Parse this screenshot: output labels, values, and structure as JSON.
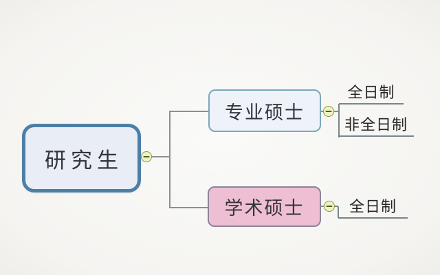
{
  "diagram": {
    "type": "mindmap",
    "root": {
      "label": "研究生"
    },
    "branches": [
      {
        "label": "专业硕士",
        "children": [
          {
            "label": "全日制"
          },
          {
            "label": "非全日制"
          }
        ]
      },
      {
        "label": "学术硕士",
        "children": [
          {
            "label": "全日制"
          }
        ]
      }
    ],
    "toggle_icon": "minus-circle",
    "colors": {
      "background": "#f7f6f3",
      "root_border": "#4d7fa6",
      "root_fill": "#e9eef6",
      "branch1_border": "#7ba7bb",
      "branch1_fill": "#eef2f9",
      "branch2_border": "#8d8399",
      "branch2_fill": "#eebfd2",
      "toggle_fill": "#eff3c2",
      "toggle_border": "#8a9547",
      "toggle_minus": "#4c5f24",
      "connector_line": "#8a9090",
      "leaf_underline": "#75868a",
      "node_text": "#33343c",
      "leaf_text": "#252525"
    }
  }
}
